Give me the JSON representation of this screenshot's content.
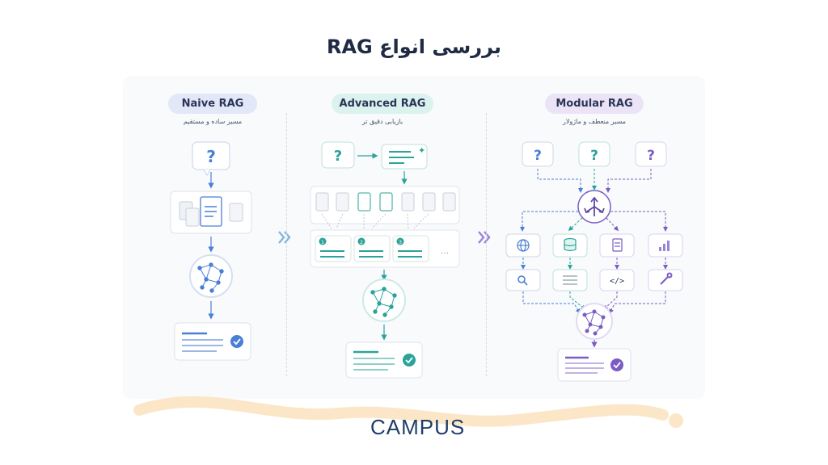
{
  "header": {
    "title": "بررسی انواع RAG"
  },
  "columns": [
    {
      "label": "Naive RAG",
      "subtitle": "مسیر ساده و مستقیم",
      "accent": "#4a7fd6",
      "pill_bg": "#e3e8f8"
    },
    {
      "label": "Advanced RAG",
      "subtitle": "بازیابی دقیق تر",
      "accent": "#2aa39a",
      "pill_bg": "#dcf2ee"
    },
    {
      "label": "Modular RAG",
      "subtitle": "مسیر منعطف و ماژولار",
      "accent": "#7b5cc4",
      "pill_bg": "#ebe4f7"
    }
  ],
  "advanced": {
    "rank_numbers": [
      "1",
      "2",
      "3"
    ],
    "more": "..."
  },
  "icons": {
    "question": "?",
    "modular_modules": [
      "globe-icon",
      "database-icon",
      "document-icon",
      "bar-chart-icon"
    ],
    "modular_tools": [
      "search-icon",
      "list-icon",
      "code-icon",
      "wrench-icon"
    ],
    "code_glyph": "</>"
  },
  "logo": {
    "text": "CAMPUS"
  },
  "colors": {
    "naive": "#4a7fd6",
    "advanced": "#2aa39a",
    "modular": "#7b5cc4",
    "title": "#1f2a44",
    "wave": "#fbe7c8"
  }
}
